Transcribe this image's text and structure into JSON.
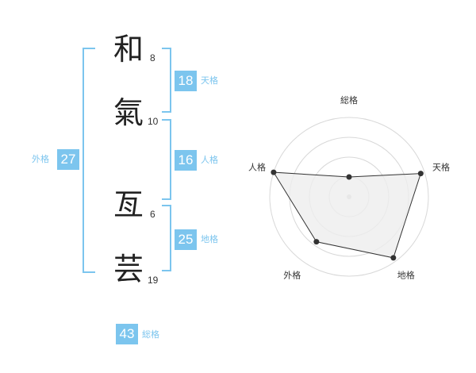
{
  "name": {
    "chars": [
      {
        "char": "和",
        "strokes": "8"
      },
      {
        "char": "氣",
        "strokes": "10"
      },
      {
        "char": "亙",
        "strokes": "6"
      },
      {
        "char": "芸",
        "strokes": "19"
      }
    ]
  },
  "fortunes": {
    "tenkaku": {
      "value": "18",
      "label": "天格"
    },
    "jinkaku": {
      "value": "16",
      "label": "人格"
    },
    "chikaku": {
      "value": "25",
      "label": "地格"
    },
    "gaikaku": {
      "value": "27",
      "label": "外格"
    },
    "soukaku": {
      "value": "43",
      "label": "総格"
    }
  },
  "colors": {
    "accent": "#7cc5ee",
    "polygon_fill": "#eeeeee",
    "polygon_stroke": "#333333"
  },
  "chart_data": {
    "type": "radar",
    "axes": [
      "総格",
      "天格",
      "地格",
      "外格",
      "人格"
    ],
    "range": [
      0,
      4
    ],
    "values": [
      1.0,
      3.8,
      3.8,
      2.8,
      4.0
    ],
    "rings": 4
  }
}
